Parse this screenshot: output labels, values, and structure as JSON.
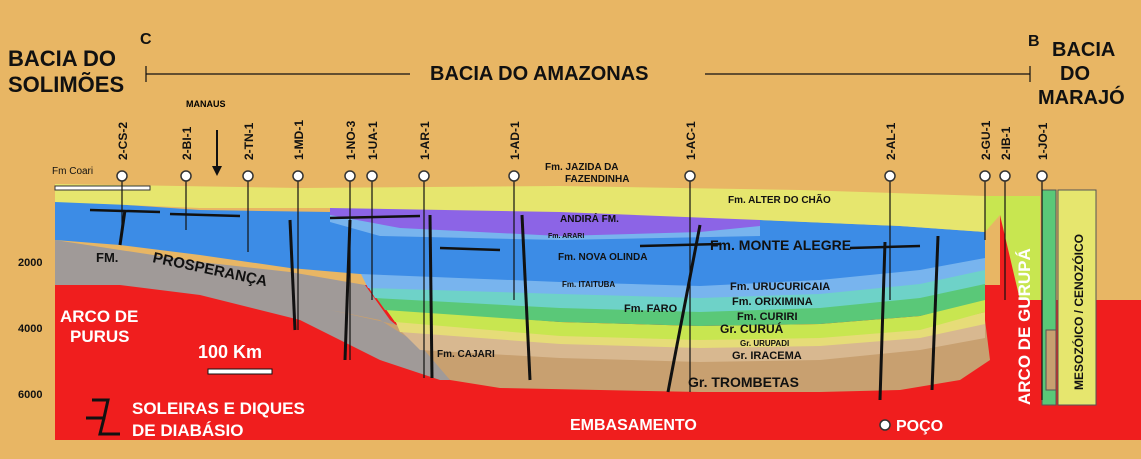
{
  "header": {
    "left_letter": "C",
    "right_letter": "B",
    "left_basin": [
      "BACIA DO",
      "SOLIMÕES"
    ],
    "center_basin": "BACIA DO AMAZONAS",
    "right_basin": [
      "BACIA",
      "DO",
      "MARAJÓ"
    ]
  },
  "wells": [
    "2-CS-2",
    "2-BI-1",
    "2-TN-1",
    "1-MD-1",
    "1-NO-3",
    "1-UA-1",
    "1-AR-1",
    "1-AD-1",
    "1-AC-1",
    "2-AL-1",
    "2-GU-1",
    "2-IB-1",
    "1-JO-1"
  ],
  "town": "MANAUS",
  "depth_ticks": [
    "2000",
    "4000",
    "6000"
  ],
  "formations": {
    "coari": "Fm Coari",
    "jazida_1": "Fm. JAZIDA DA",
    "jazida_2": "FAZENDINHA",
    "alter": "Fm. ALTER DO CHÃO",
    "andira": "ANDIRÁ FM.",
    "arari": "Fm. ARARI",
    "nova_olinda": "Fm. NOVA OLINDA",
    "itaituba": "Fm. ITAITUBA",
    "monte_alegre": "Fm. MONTE ALEGRE",
    "urucuricaia": "Fm. URUCURICAIA",
    "oriximina": "Fm. ORIXIMINA",
    "curiri": "Fm. CURIRI",
    "faro": "Fm. FARO",
    "curua": "Gr. CURUÁ",
    "urupadi": "Gr. URUPADI",
    "iracema": "Gr. IRACEMA",
    "trombetas": "Gr. TROMBETAS",
    "cajari": "Fm. CAJARI",
    "fm_label": "FM.",
    "prosperanca": "PROSPERANÇA",
    "mesozoico": "MESOZÓICO / CENOZÓICO",
    "embasamento": "EMBASAMENTO",
    "arco_purus_1": "ARCO DE",
    "arco_purus_2": "PURUS",
    "arco_gurupa": "ARCO DE GURUPÁ"
  },
  "legend": {
    "scale": "100 Km",
    "sills_1": "SOLEIRAS E DIQUES",
    "sills_2": "DE DIABÁSIO",
    "well": "POÇO"
  },
  "colors": {
    "background": "#E8B664",
    "basement": "#F01E1E",
    "alter_chao": "#E6E66E",
    "andira": "#8C64E6",
    "blue": "#3C8CE6",
    "light_blue": "#78B4EE",
    "teal": "#6ED2C8",
    "green": "#5AC878",
    "yellow_green": "#C8E650",
    "brown": "#C8A070",
    "gray": "#A09A98",
    "dark_green": "#2E8A4E"
  }
}
